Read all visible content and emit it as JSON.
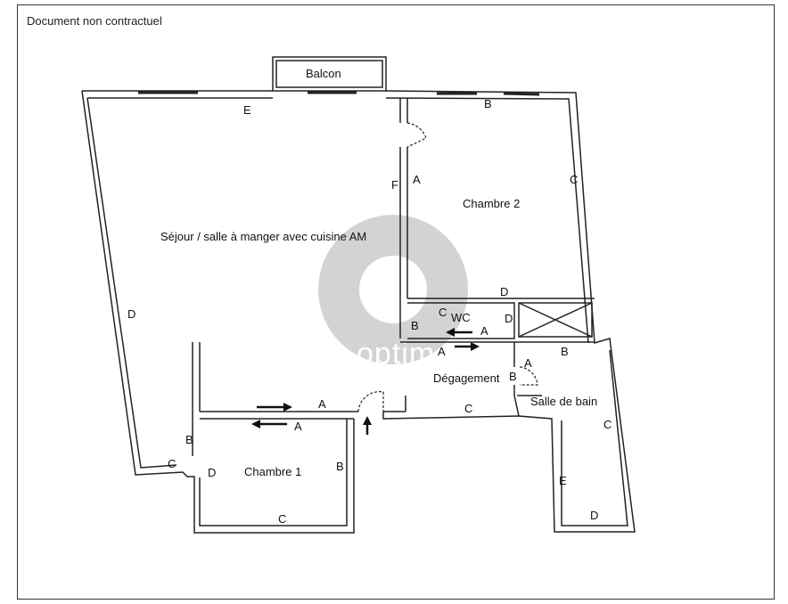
{
  "header": {
    "disclaimer": "Document non contractuel"
  },
  "watermark": {
    "text": "optimal",
    "color": "#bdbdbd"
  },
  "rooms": {
    "balcon": "Balcon",
    "sejour": "Séjour / salle à manger avec cuisine AM",
    "chambre2": "Chambre 2",
    "wc": "WC",
    "degagement": "Dégagement",
    "salle_de_bain": "Salle de bain",
    "chambre1": "Chambre 1"
  },
  "wall_labels": {
    "sejour_top": "E",
    "sejour_left": "D",
    "sejour_inner_f": "F",
    "sejour_bottom_a": "A",
    "sejour_c": "C",
    "ch2_top": "B",
    "ch2_left": "A",
    "ch2_right": "C",
    "ch2_bottom": "D",
    "wc_top": "C",
    "wc_left": "B",
    "wc_right": "D",
    "wc_bottom": "A",
    "deg_a": "A",
    "deg_b": "B",
    "deg_c": "C",
    "sdb_a": "A",
    "sdb_b": "B",
    "sdb_c": "C",
    "sdb_e": "E",
    "sdb_d": "D",
    "ch1_a": "A",
    "ch1_b_left": "B",
    "ch1_b_right": "B",
    "ch1_c": "C",
    "ch1_d": "D"
  }
}
